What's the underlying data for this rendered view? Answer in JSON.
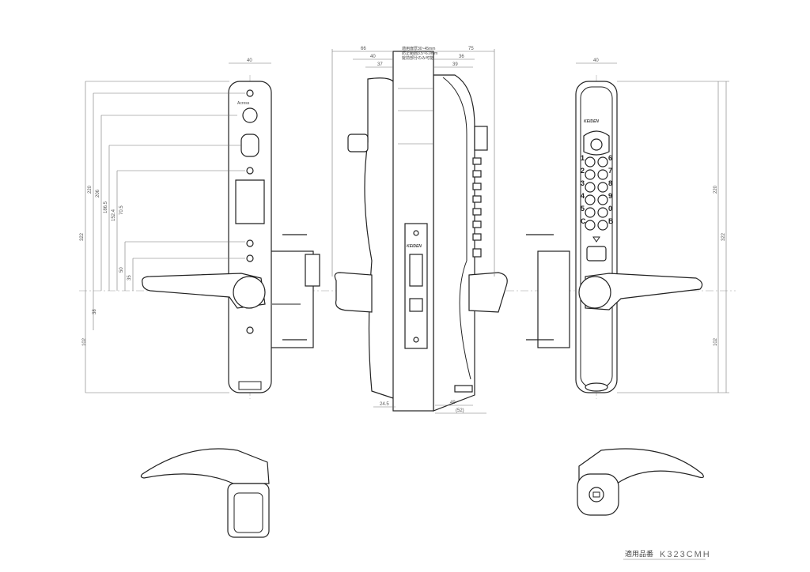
{
  "title_block": {
    "label": "適用品番",
    "model": "K323CMH"
  },
  "notes": [
    "適用扉厚30~45mm",
    "防止範囲3.5~6.0mm",
    "錠前部分のみ可能"
  ],
  "brand": "KEIDEN",
  "dims_left": {
    "d322": "322",
    "d220": "220",
    "d206": "206",
    "d186": "186.5",
    "d152": "152.4",
    "d70": "70.5",
    "d50": "50",
    "d35": "35",
    "d38": "38",
    "d102": "102",
    "w40": "40"
  },
  "dims_center": {
    "t66": "66",
    "t40": "40",
    "t37": "37",
    "t75": "75",
    "t36": "36",
    "t39": "39",
    "b24": "24.5",
    "b49": "49",
    "b52": "(52)"
  },
  "dims_right": {
    "d220": "220",
    "d322": "322",
    "d102": "102",
    "w40": "40"
  },
  "keypad": {
    "left": [
      "1",
      "2",
      "3",
      "4",
      "5",
      "C"
    ],
    "right": [
      "6",
      "7",
      "8",
      "9",
      "0",
      "B"
    ]
  }
}
